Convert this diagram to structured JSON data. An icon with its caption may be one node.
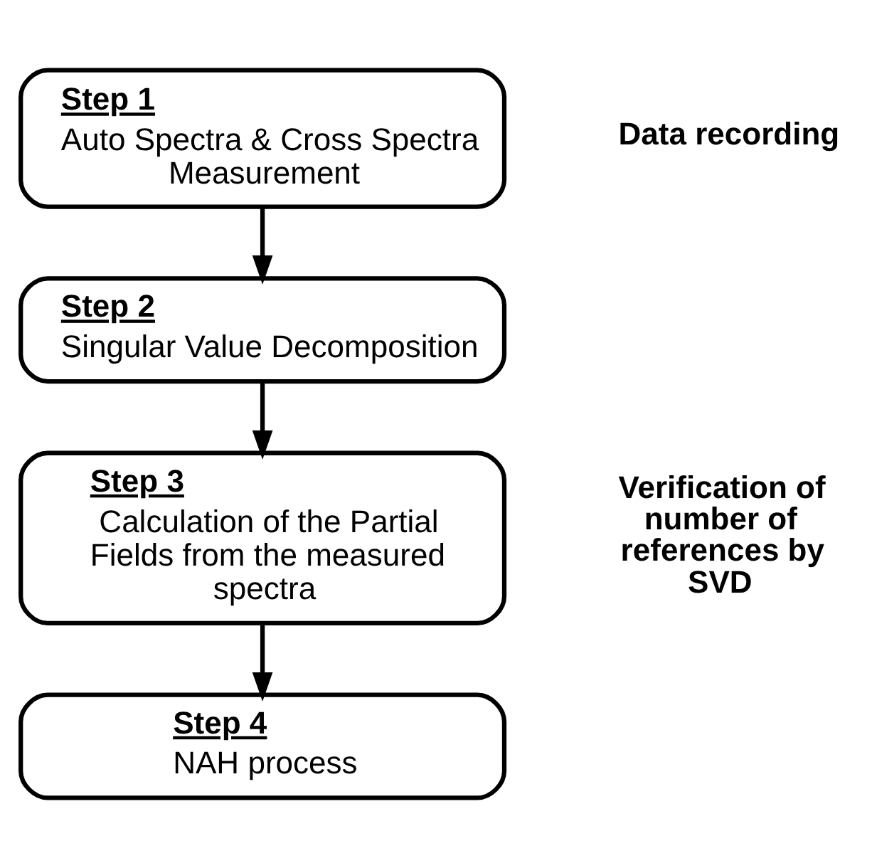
{
  "diagram": {
    "nodes": [
      {
        "text": [
          "Step 1",
          "Auto Spectra & Cross Spectra Measurement"
        ]
      },
      {
        "text": [
          "Step 2",
          "Singular Value Decomposition"
        ]
      },
      {
        "text": [
          "Step 3",
          "Calculation of the Partial Fields from the measured spectra"
        ]
      },
      {
        "text": [
          "Step 4",
          "NAH process"
        ]
      }
    ],
    "edges": [
      {
        "from": 0,
        "to": 1,
        "arrow": "to"
      },
      {
        "from": 1,
        "to": 2,
        "arrow": "to"
      },
      {
        "from": 2,
        "to": 3,
        "arrow": "to"
      }
    ],
    "labels": [
      "Data recording",
      "Verification of number of references by SVD"
    ]
  }
}
